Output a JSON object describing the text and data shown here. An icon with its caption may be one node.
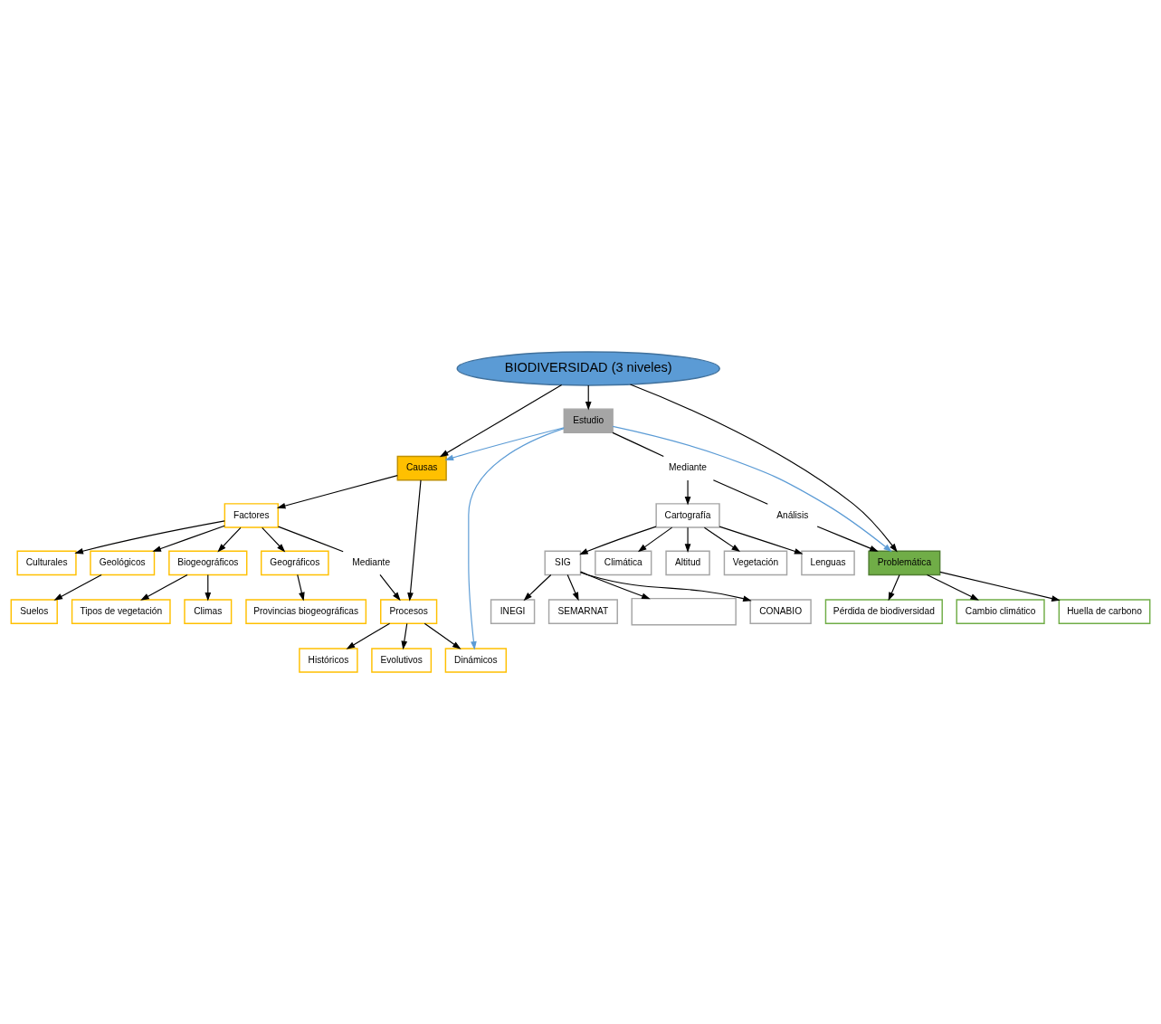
{
  "diagram": {
    "nodes": [
      {
        "text": [
          "BIODIVERSIDAD (3 niveles)"
        ]
      },
      {
        "text": [
          "Causas"
        ]
      },
      {
        "text": [
          "Factores"
        ]
      },
      {
        "text": [
          "Culturales"
        ]
      },
      {
        "text": [
          "Geológicos"
        ]
      },
      {
        "text": [
          "Suelos"
        ]
      },
      {
        "text": [
          "Biogeográficos"
        ]
      },
      {
        "text": [
          "Tipos de vegetación"
        ]
      },
      {
        "text": [
          "Climas"
        ]
      },
      {
        "text": [
          "Geográficos"
        ]
      },
      {
        "text": [
          "Provincias biogeográficas"
        ]
      },
      {
        "text": [
          "Mediante"
        ]
      },
      {
        "text": [
          "Procesos"
        ]
      },
      {
        "text": [
          "Históricos"
        ]
      },
      {
        "text": [
          "Evolutivos"
        ]
      },
      {
        "text": [
          "Dinámicos"
        ]
      },
      {
        "text": [
          "Problemática"
        ]
      },
      {
        "text": [
          "Huella de carbono"
        ]
      },
      {
        "text": [
          "Pérdida de biodiversidad"
        ]
      },
      {
        "text": [
          "Cambio climático"
        ]
      },
      {
        "text": [
          "Estudio"
        ]
      },
      {
        "text": [
          "Análisis"
        ]
      },
      {
        "text": [
          "Mediante"
        ]
      },
      {
        "text": [
          "Cartografía"
        ]
      },
      {
        "text": [
          "Climática"
        ]
      },
      {
        "text": [
          "Altitud"
        ]
      },
      {
        "text": [
          "Vegetación"
        ]
      },
      {
        "text": [
          "Lenguas"
        ]
      },
      {
        "text": [
          "SIG"
        ]
      },
      {
        "text": [],
        "shape": "box"
      },
      {
        "text": [
          "CONABIO"
        ]
      },
      {
        "text": [
          "INEGI"
        ]
      },
      {
        "text": [
          "SEMARNAT"
        ]
      }
    ],
    "edges": [
      {
        "from": 0,
        "to": 1,
        "arrow": "to"
      },
      {
        "from": 0,
        "to": 16,
        "arrow": "to"
      },
      {
        "from": 0,
        "to": 20,
        "arrow": "to"
      },
      {
        "from": 1,
        "to": 2,
        "arrow": "to"
      },
      {
        "from": 2,
        "to": 3,
        "arrow": "to"
      },
      {
        "from": 2,
        "to": 4,
        "arrow": "to"
      },
      {
        "from": 4,
        "to": 5,
        "arrow": "to"
      },
      {
        "from": 2,
        "to": 6,
        "arrow": "to"
      },
      {
        "from": 6,
        "to": 7,
        "arrow": "to"
      },
      {
        "from": 6,
        "to": 8,
        "arrow": "to"
      },
      {
        "from": 2,
        "to": 9,
        "arrow": "to"
      },
      {
        "from": 9,
        "to": 10,
        "arrow": "to"
      },
      {
        "from": 2,
        "to": 11,
        "arrow": "none"
      },
      {
        "from": 11,
        "to": 12,
        "arrow": "to"
      },
      {
        "from": 1,
        "to": 12,
        "arrow": "to"
      },
      {
        "from": 12,
        "to": 13,
        "arrow": "to"
      },
      {
        "from": 12,
        "to": 14,
        "arrow": "to"
      },
      {
        "from": 12,
        "to": 15,
        "arrow": "to"
      },
      {
        "from": 16,
        "to": 17,
        "arrow": "to"
      },
      {
        "from": 16,
        "to": 18,
        "arrow": "to"
      },
      {
        "from": 16,
        "to": 19,
        "arrow": "to"
      },
      {
        "from": 20,
        "to": 1,
        "arrow": "to",
        "color": "#5b9bd5"
      },
      {
        "from": 20,
        "to": 16,
        "arrow": "to",
        "color": "#5b9bd5"
      },
      {
        "from": 20,
        "to": 15,
        "arrow": "to",
        "color": "#5b9bd5"
      },
      {
        "from": 20,
        "to": 22,
        "arrow": "none"
      },
      {
        "from": 22,
        "to": 23,
        "arrow": "to"
      },
      {
        "from": 22,
        "to": 21,
        "arrow": "none"
      },
      {
        "from": 21,
        "to": 16,
        "arrow": "to"
      },
      {
        "from": 23,
        "to": 24,
        "arrow": "to"
      },
      {
        "from": 23,
        "to": 25,
        "arrow": "to"
      },
      {
        "from": 23,
        "to": 26,
        "arrow": "to"
      },
      {
        "from": 23,
        "to": 27,
        "arrow": "to"
      },
      {
        "from": 23,
        "to": 28,
        "arrow": "to"
      },
      {
        "from": 28,
        "to": 29,
        "arrow": "to"
      },
      {
        "from": 28,
        "to": 30,
        "arrow": "to"
      },
      {
        "from": 28,
        "to": 31,
        "arrow": "to"
      },
      {
        "from": 28,
        "to": 32,
        "arrow": "to"
      }
    ]
  }
}
